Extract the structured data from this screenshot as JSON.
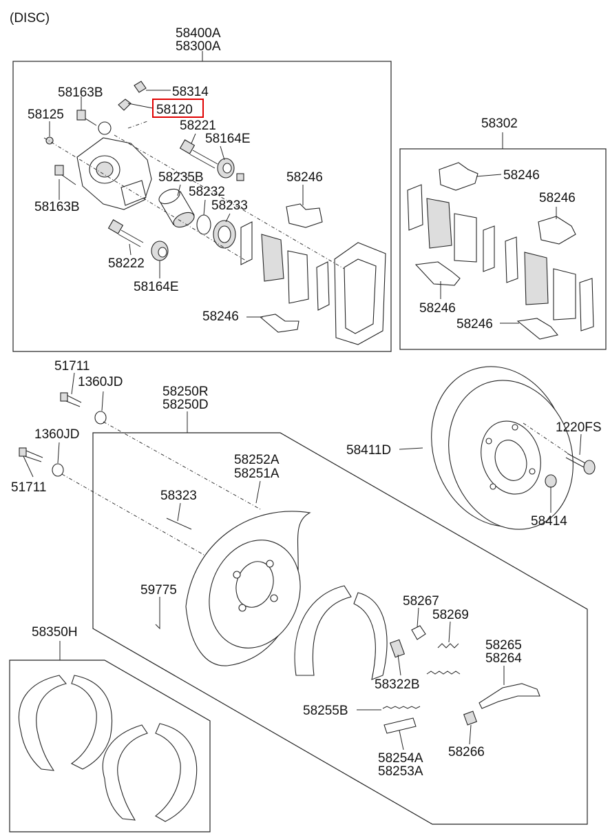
{
  "header": {
    "variant": "(DISC)"
  },
  "highlight_color": "#e00000",
  "labels": {
    "caliper_assy_1": "58400A",
    "caliper_assy_2": "58300A",
    "bolt_top": "58163B",
    "cap_58314": "58314",
    "bleeder_58120": "58120",
    "bleeder_cap_58125": "58125",
    "pin_58221": "58221",
    "boot_58164e_top": "58164E",
    "bolt_bottom": "58163B",
    "piston_58235b": "58235B",
    "seal_58232": "58232",
    "boot_58233": "58233",
    "clip_58246_main": "58246",
    "pin_58222": "58222",
    "boot_58164e_bottom": "58164E",
    "clip_58246_lower": "58246",
    "pad_kit_58302": "58302",
    "pad_clip_a": "58246",
    "pad_clip_b": "58246",
    "pad_clip_c": "58246",
    "pad_clip_d": "58246",
    "bolt_51711_top": "51711",
    "washer_1360jd_top": "1360JD",
    "plate_assy_r": "58250R",
    "plate_assy_d": "58250D",
    "washer_1360jd_bottom": "1360JD",
    "bolt_51711_bottom": "51711",
    "disc_58411d": "58411D",
    "bolt_1220fs": "1220FS",
    "nut_58414": "58414",
    "backing_58252a": "58252A",
    "backing_58251a": "58251A",
    "pin_58323": "58323",
    "pin_59775": "59775",
    "lever_58267": "58267",
    "spring_58269": "58269",
    "shoe_kit_58350h": "58350H",
    "spring_58322b": "58322B",
    "adjuster_58265": "58265",
    "adjuster_58264": "58264",
    "spring_58255b": "58255B",
    "adjuster_58254a": "58254A",
    "adjuster_58253a": "58253A",
    "spring_58266": "58266"
  }
}
